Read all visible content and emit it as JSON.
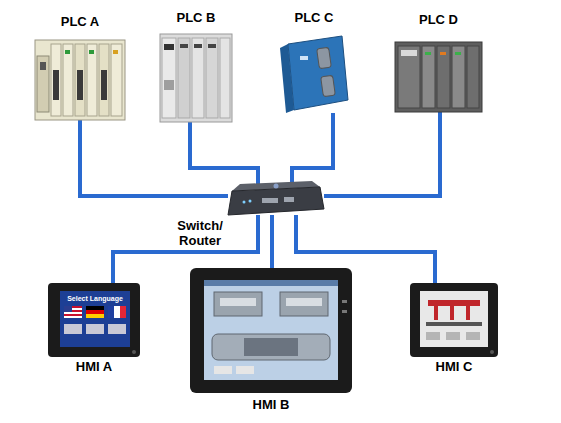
{
  "diagram": {
    "nodes": [
      {
        "text": [
          "PLC A"
        ]
      },
      {
        "text": [
          "PLC B"
        ]
      },
      {
        "text": [
          "PLC C"
        ]
      },
      {
        "text": [
          "PLC D"
        ]
      },
      {
        "text": [
          "Switch/ Router"
        ]
      },
      {
        "text": [
          "HMI A"
        ]
      },
      {
        "text": [
          "HMI B"
        ]
      },
      {
        "text": [
          "HMI C"
        ]
      }
    ],
    "edges": [
      {
        "from": 0,
        "to": 4,
        "arrow": "none"
      },
      {
        "from": 1,
        "to": 4,
        "arrow": "none"
      },
      {
        "from": 2,
        "to": 4,
        "arrow": "none"
      },
      {
        "from": 3,
        "to": 4,
        "arrow": "none"
      },
      {
        "from": 4,
        "to": 5,
        "arrow": "none"
      },
      {
        "from": 4,
        "to": 6,
        "arrow": "none"
      },
      {
        "from": 4,
        "to": 7,
        "arrow": "none"
      }
    ],
    "labels": [
      "Select Language"
    ]
  }
}
